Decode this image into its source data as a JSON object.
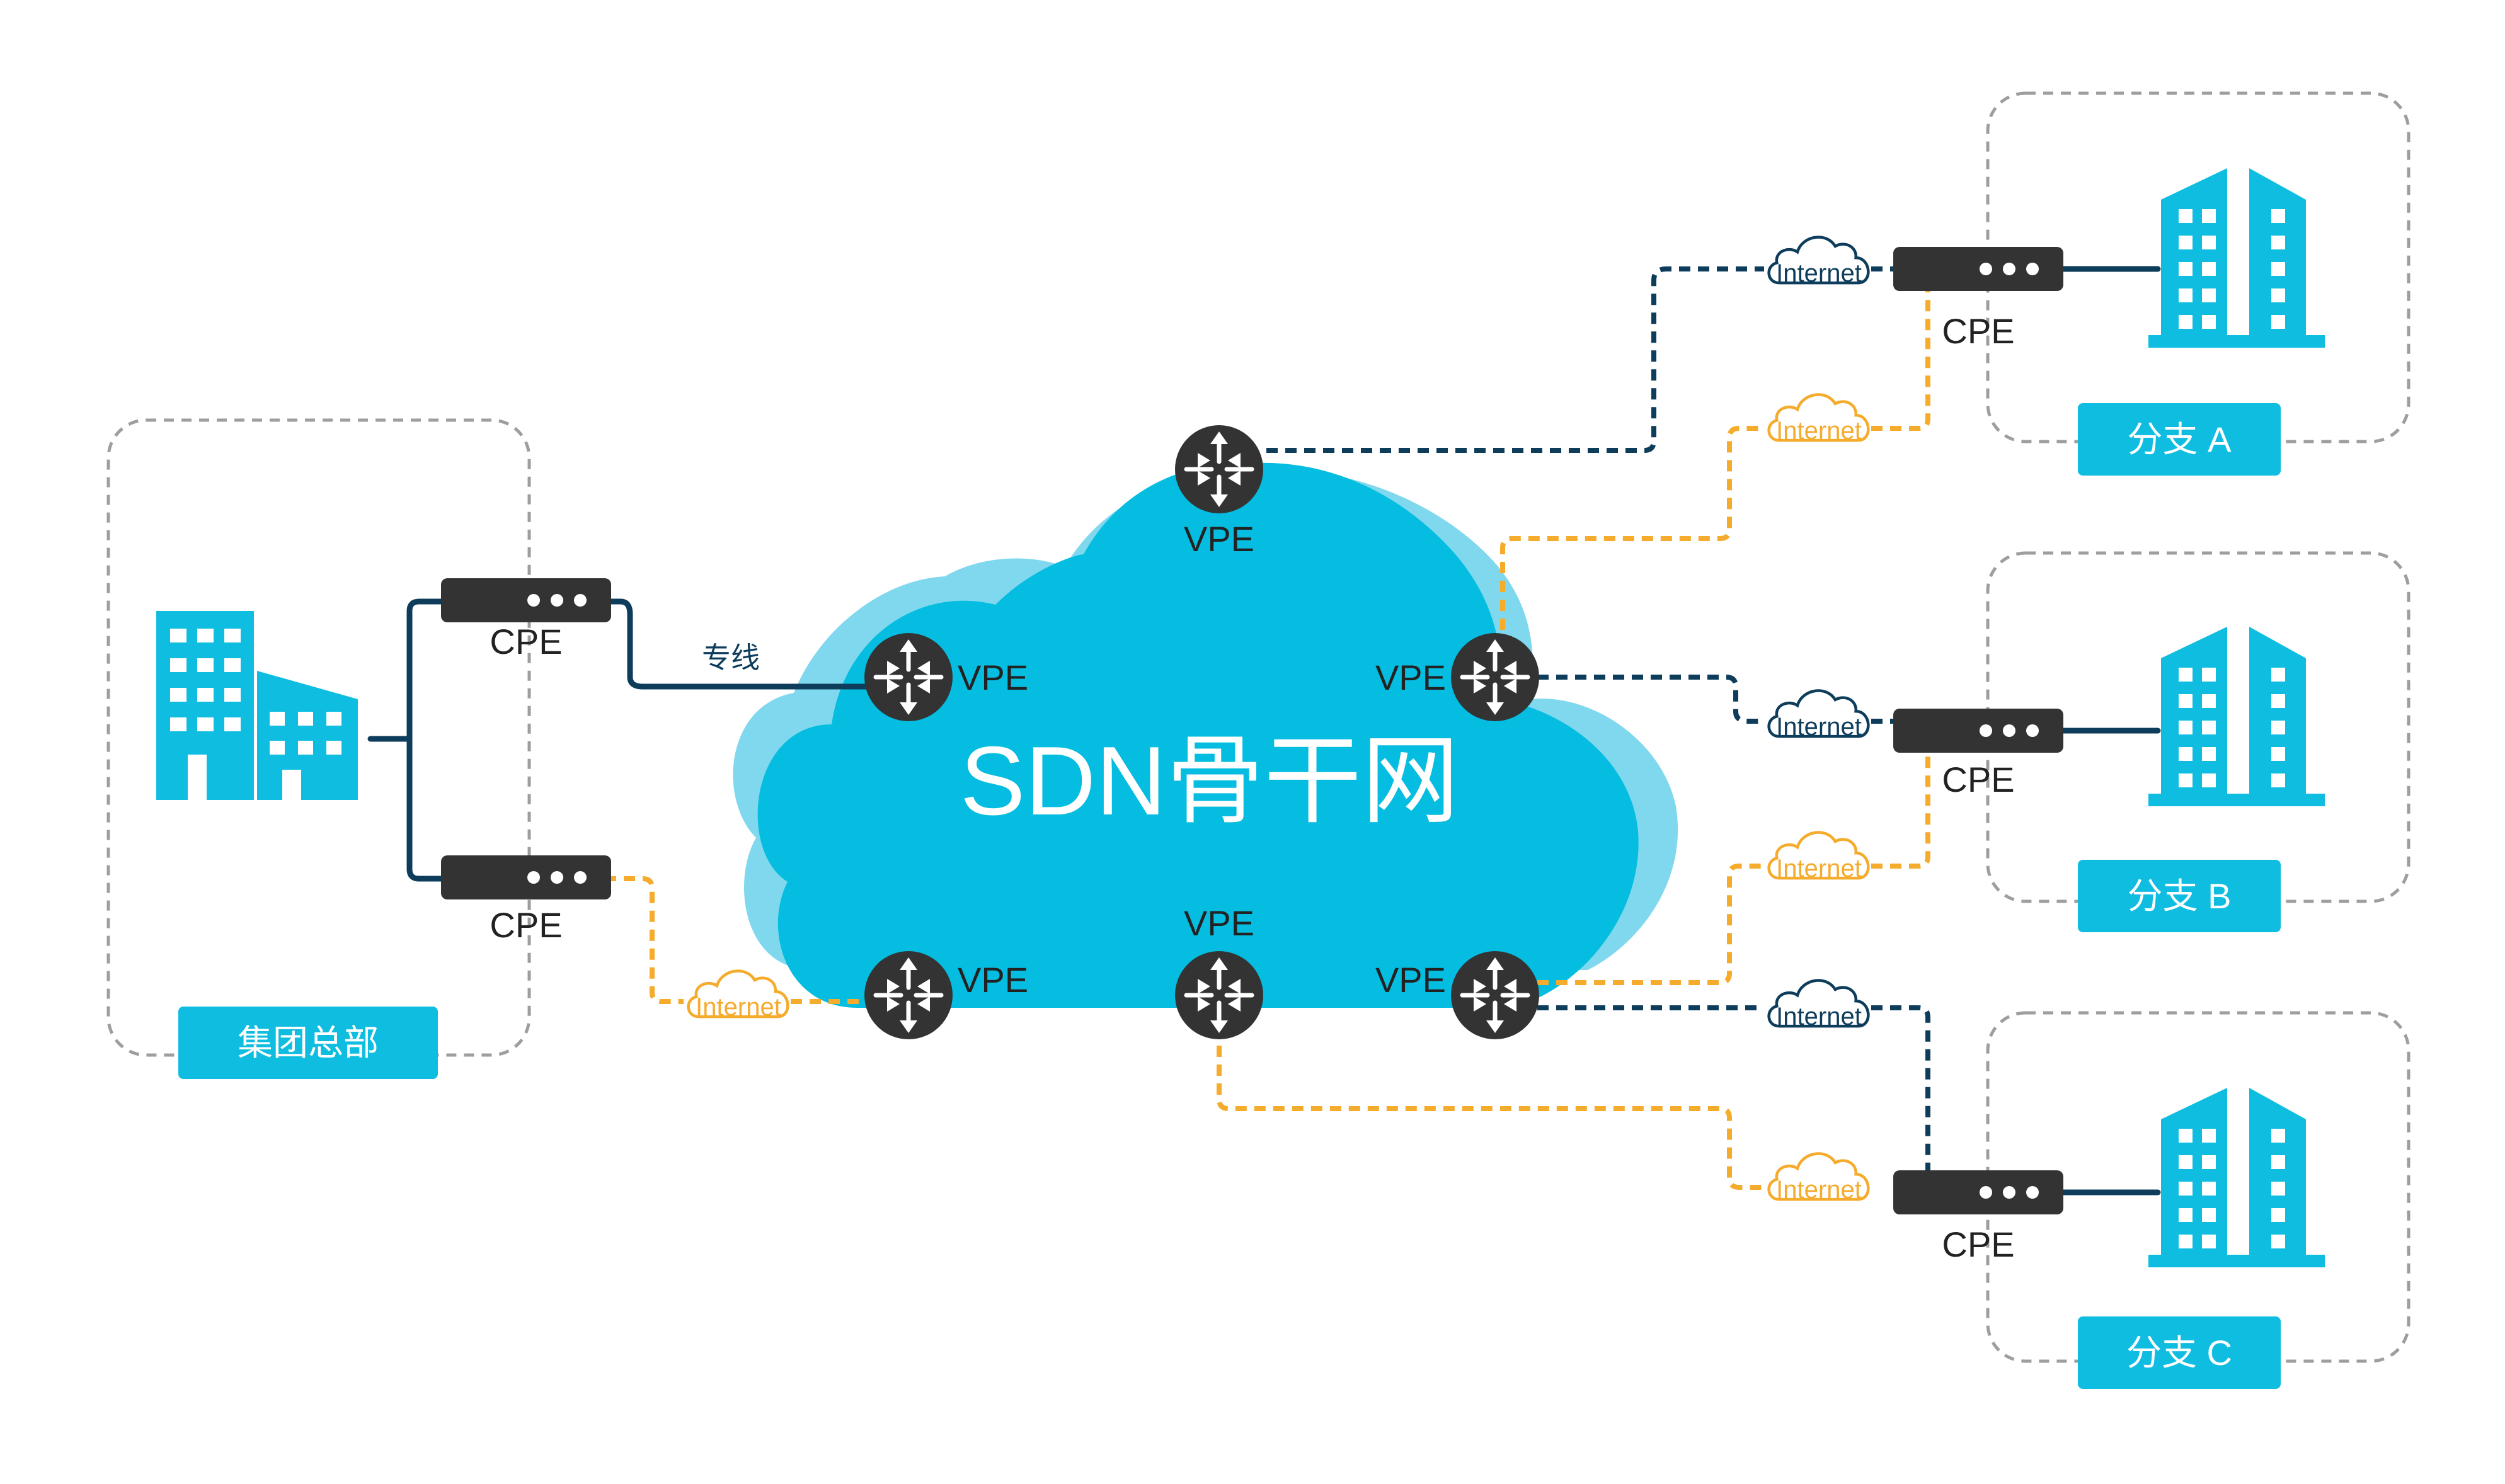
{
  "backbone": {
    "title": "SDN骨干网"
  },
  "labels": {
    "vpe": "VPE",
    "cpe": "CPE",
    "internet": "Internet",
    "dedicated_line": "专线"
  },
  "sites": {
    "hq": "集团总部",
    "branch_a": "分支 A",
    "branch_b": "分支 B",
    "branch_c": "分支 C"
  },
  "colors": {
    "cloud": "#05bde0",
    "cloud_light": "#7fd8ee",
    "label_box": "#0fbde0",
    "device": "#333333",
    "dark_link": "#0e3d5c",
    "internet_link": "#f5ab2c",
    "site_border": "#9e9e9e"
  }
}
